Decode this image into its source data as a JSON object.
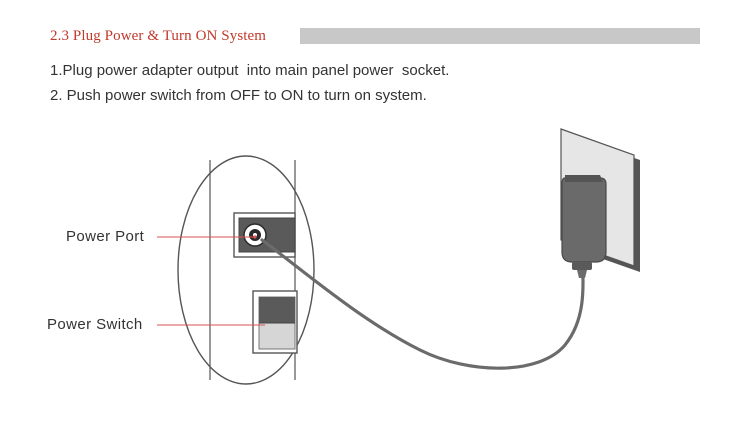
{
  "section": {
    "title": "2.3 Plug Power & Turn ON System"
  },
  "steps": [
    "1.Plug power adapter output  into main panel power  socket.",
    "2. Push power switch from OFF to ON to turn on system."
  ],
  "diagram": {
    "labels": {
      "power_port": "Power Port",
      "power_switch": "Power Switch"
    },
    "colors": {
      "title_red": "#c0392b",
      "callout_red": "#d9534f",
      "cable": "#6b6b6b",
      "adapter": "#6a6a6a"
    }
  }
}
